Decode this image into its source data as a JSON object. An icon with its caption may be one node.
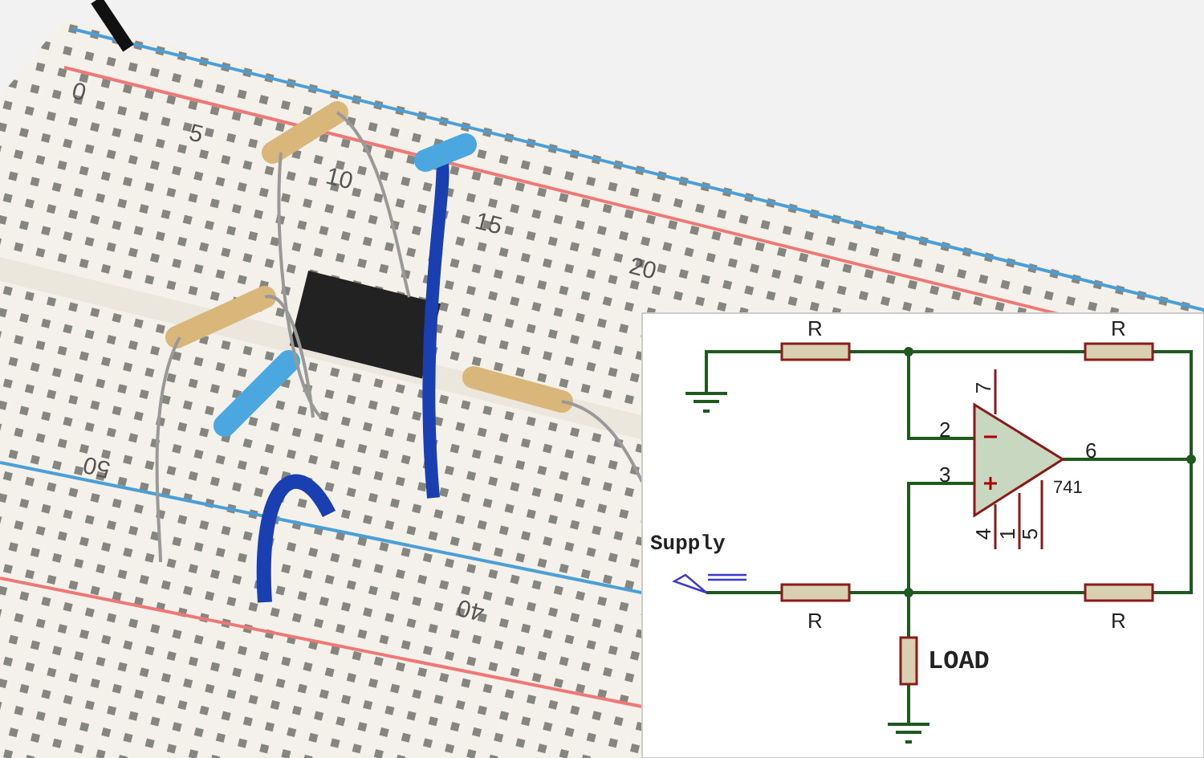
{
  "diagram": {
    "labels": [
      "0",
      "5",
      "10",
      "15",
      "20",
      "50",
      "40",
      "R",
      "R",
      "7",
      "2",
      "6",
      "3",
      "741",
      "4",
      "1",
      "5",
      "Supply",
      "R",
      "R",
      "LOAD"
    ]
  }
}
